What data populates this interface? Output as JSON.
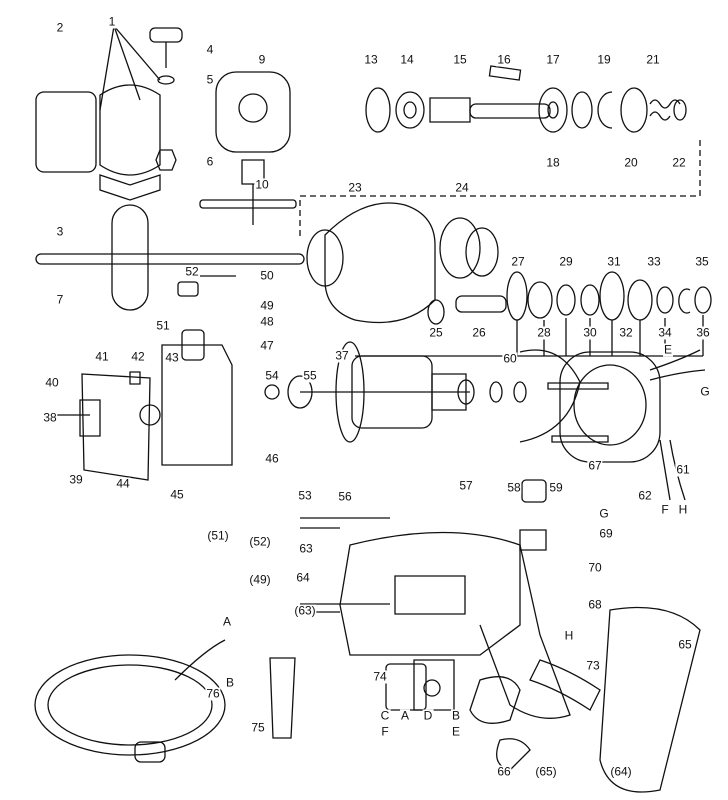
{
  "title": "Exploded parts diagram - impact drill",
  "part_labels": [
    "1",
    "2",
    "4",
    "5",
    "9",
    "6",
    "10",
    "3",
    "7",
    "50",
    "52",
    "49",
    "51",
    "48",
    "47",
    "42",
    "41",
    "43",
    "40",
    "38",
    "39",
    "44",
    "45",
    "46",
    "54",
    "55",
    "56",
    "(51)",
    "(52)",
    "(49)",
    "53",
    "63",
    "64",
    "(63)",
    "13",
    "14",
    "15",
    "16",
    "17",
    "19",
    "21",
    "18",
    "20",
    "22",
    "23",
    "24",
    "27",
    "29",
    "31",
    "33",
    "35",
    "25",
    "26",
    "28",
    "30",
    "32",
    "34",
    "36",
    "37",
    "60",
    "E",
    "G",
    "57",
    "58",
    "59",
    "61",
    "62",
    "F",
    "H",
    "67",
    "G",
    "69",
    "70",
    "68",
    "H",
    "73",
    "65",
    "74",
    "C",
    "A",
    "D",
    "B",
    "F",
    "E",
    "75",
    "76",
    "A",
    "B",
    "66",
    "(65)",
    "(64)"
  ]
}
